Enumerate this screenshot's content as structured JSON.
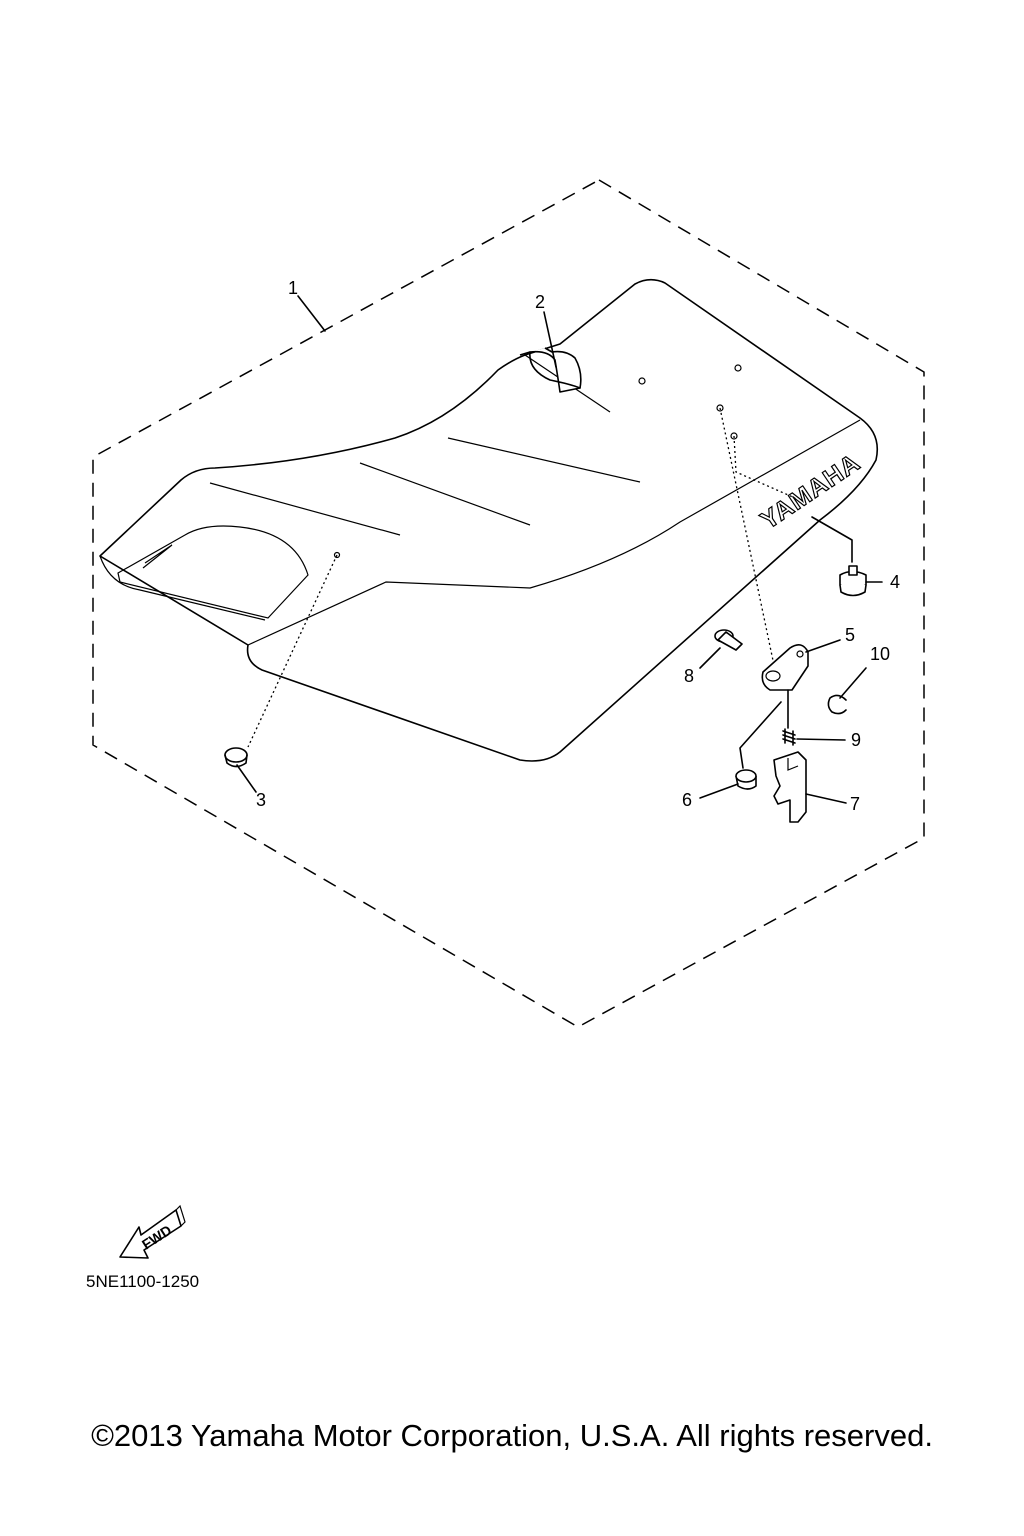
{
  "callouts": {
    "c1": "1",
    "c2": "2",
    "c3": "3",
    "c4": "4",
    "c5": "5",
    "c6": "6",
    "c7": "7",
    "c8": "8",
    "c9": "9",
    "c10": "10"
  },
  "seat_logo": "YAMAHA",
  "fwd_label": "FWD",
  "drawing_code": "5NE1100-1250",
  "copyright": "©2013 Yamaha Motor Corporation, U.S.A. All rights reserved."
}
